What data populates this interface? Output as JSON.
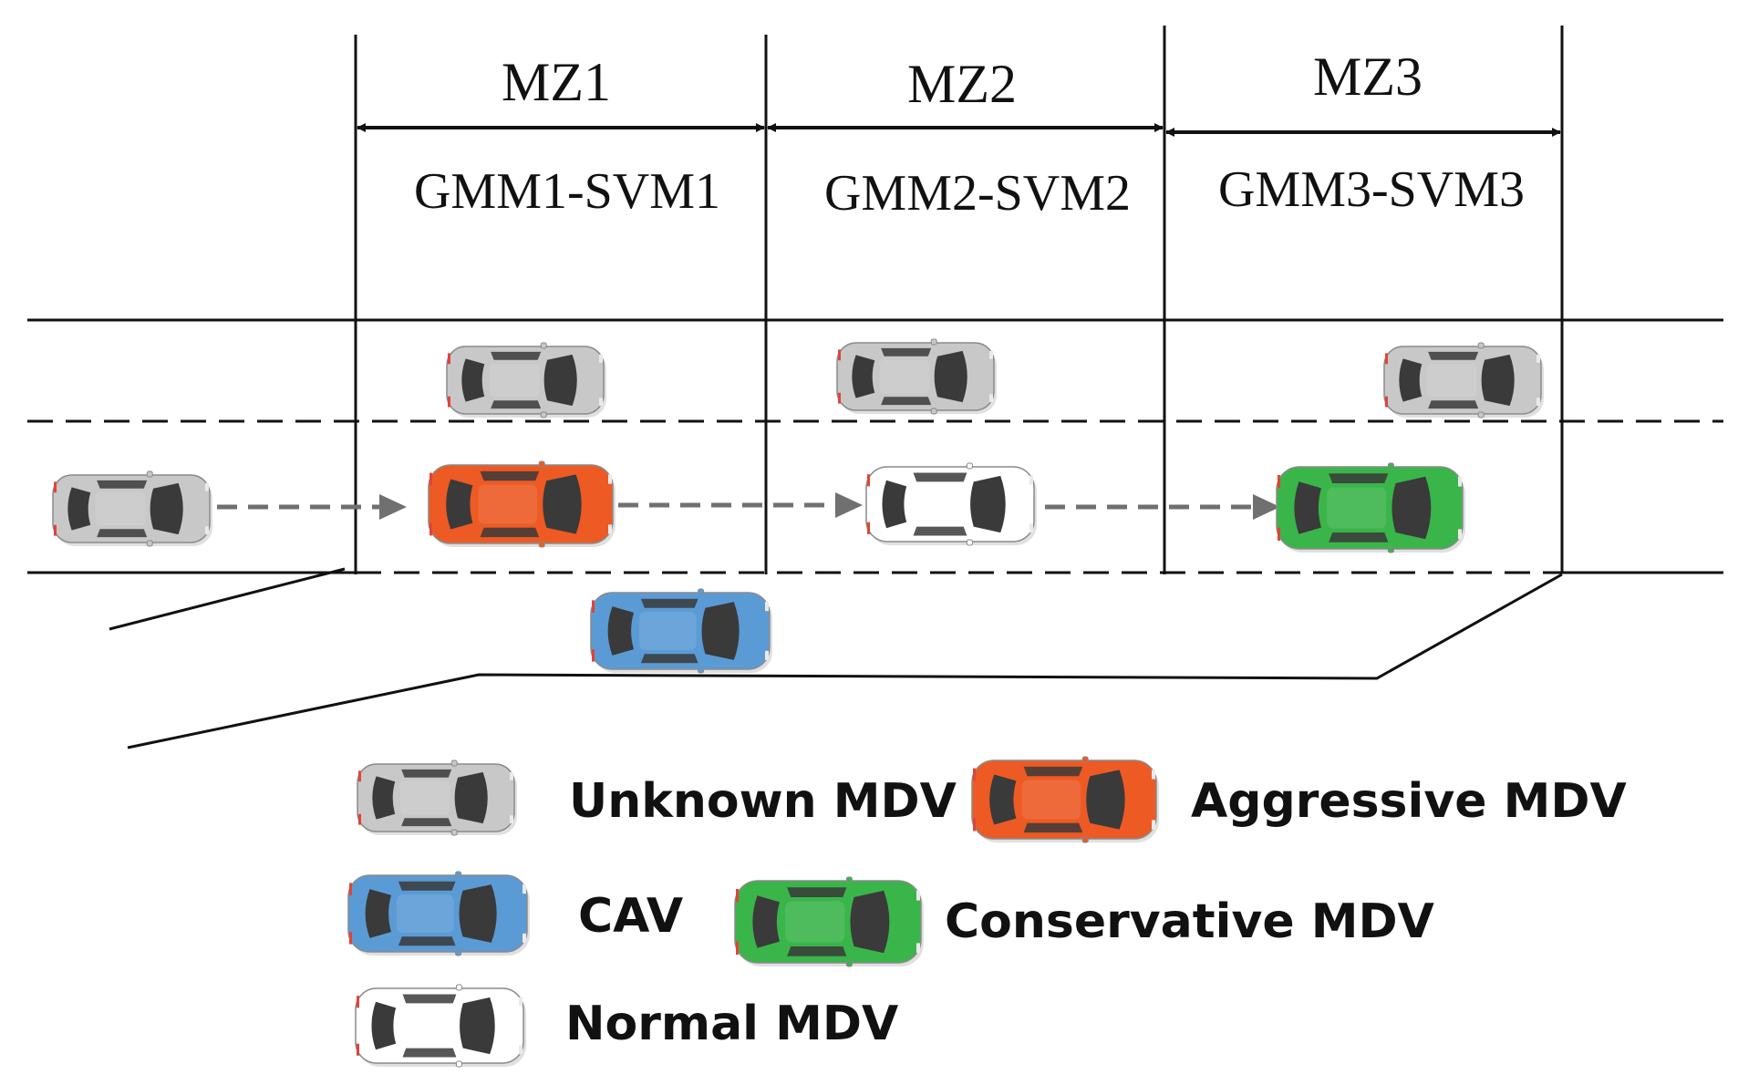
{
  "zones": [
    {
      "label": "MZ1",
      "model": "GMM1-SVM1"
    },
    {
      "label": "MZ2",
      "model": "GMM2-SVM2"
    },
    {
      "label": "MZ3",
      "model": "GMM3-SVM3"
    }
  ],
  "legend": {
    "unknown": "Unknown MDV",
    "aggressive": "Aggressive MDV",
    "cav": "CAV",
    "conservative": "Conservative MDV",
    "normal": "Normal MDV"
  },
  "colors": {
    "unknown": "#c8c8c8",
    "aggressive": "#ee5a24",
    "cav": "#5b9bd5",
    "conservative": "#3ab54a",
    "normal": "#ffffff",
    "window": "#3a3a3a",
    "line": "#111111",
    "arrow": "#707070"
  }
}
